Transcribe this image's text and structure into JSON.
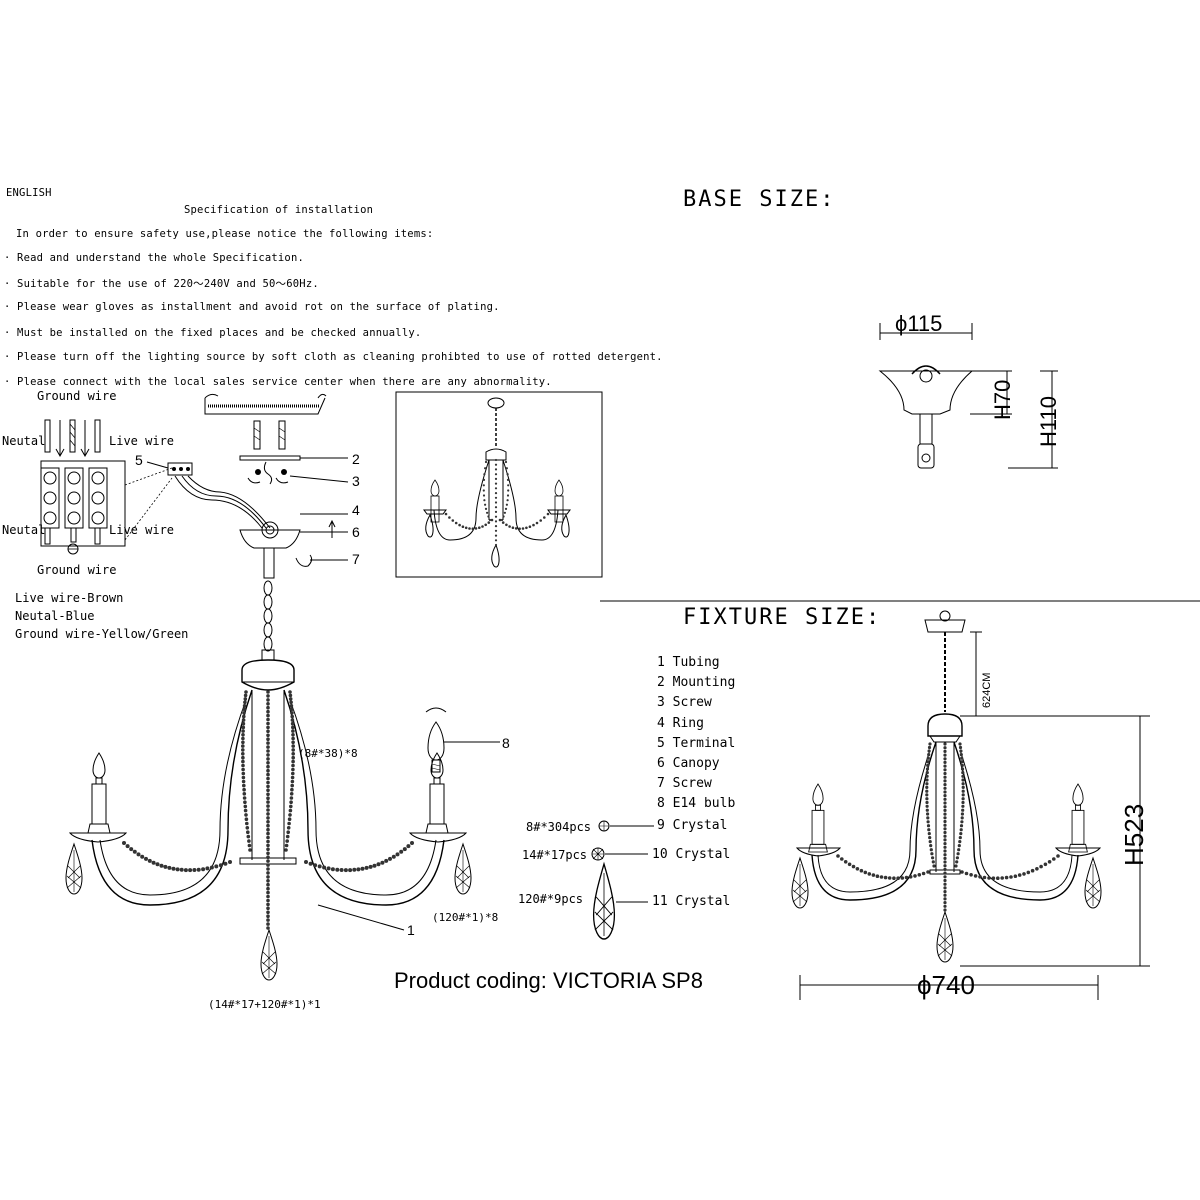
{
  "spec": {
    "language": "ENGLISH",
    "title": "Specification of installation",
    "intro": "In order to ensure safety use,please notice the following items:",
    "items": [
      "·  Read and understand the whole Specification.",
      "·  Suitable for the use of 220〜240V and 50〜60Hz.",
      "·  Please wear gloves as installment and avoid rot on the surface of plating.",
      "·  Must be installed on the fixed places and be checked annually.",
      "·  Please turn off the lighting source by soft cloth as cleaning prohibted to use of rotted detergent.",
      "·  Please connect with the local sales service center when there are any abnormality."
    ]
  },
  "wiring": {
    "ground_top": "Ground wire",
    "neutral_top": "Neutal",
    "live_top": "Live wire",
    "neutral_bottom": "Neutal",
    "live_bottom": "Live wire",
    "ground_bottom": "Ground wire",
    "legend": [
      "Live wire-Brown",
      "Neutal-Blue",
      "Ground wire-Yellow/Green"
    ]
  },
  "callouts": {
    "n1": "1",
    "n2": "2",
    "n3": "3",
    "n4": "4",
    "n5": "5",
    "n6": "6",
    "n7": "7",
    "n8": "8",
    "beads_arm": "(8#*38)*8",
    "drop_arm": "(120#*1)*8",
    "drop_center": "(14#*17+120#*1)*1"
  },
  "parts": {
    "list": [
      "1 Tubing",
      "2 Mounting",
      "3 Screw",
      "4 Ring",
      "5 Terminal",
      "6 Canopy",
      "7 Screw",
      "8 E14 bulb"
    ],
    "crystals": [
      {
        "qty": "8#*304pcs",
        "label": "9 Crystal"
      },
      {
        "qty": "14#*17pcs",
        "label": "10 Crystal"
      },
      {
        "qty": "120#*9pcs",
        "label": "11 Crystal"
      }
    ]
  },
  "product_coding": "Product coding: VICTORIA SP8",
  "base": {
    "heading": "BASE SIZE:",
    "diameter": "ϕ115",
    "h1": "H70",
    "h2": "H110"
  },
  "fixture": {
    "heading": "FIXTURE SIZE:",
    "chain": "624CM",
    "height": "H523",
    "diameter": "ϕ740"
  }
}
